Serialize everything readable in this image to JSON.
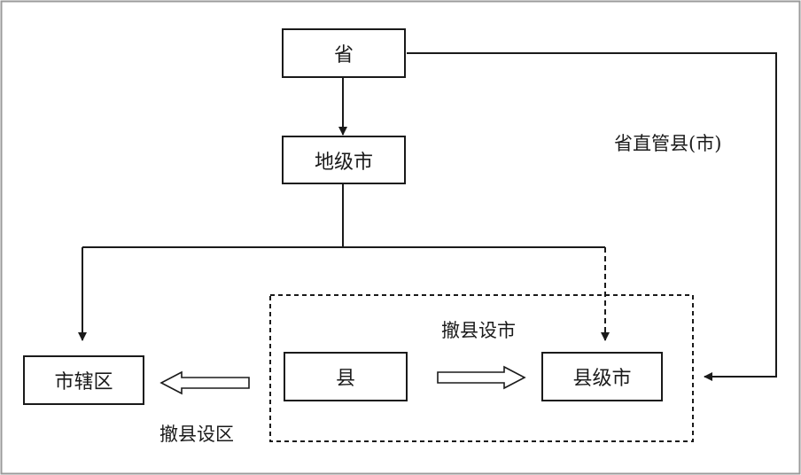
{
  "nodes": {
    "province": "省",
    "prefecture_city": "地级市",
    "county": "县",
    "county_level_city": "县级市",
    "municipal_district": "市辖区"
  },
  "labels": {
    "province_direct": "省直管县(市)",
    "county_to_city": "撤县设市",
    "county_to_district": "撤县设区"
  }
}
